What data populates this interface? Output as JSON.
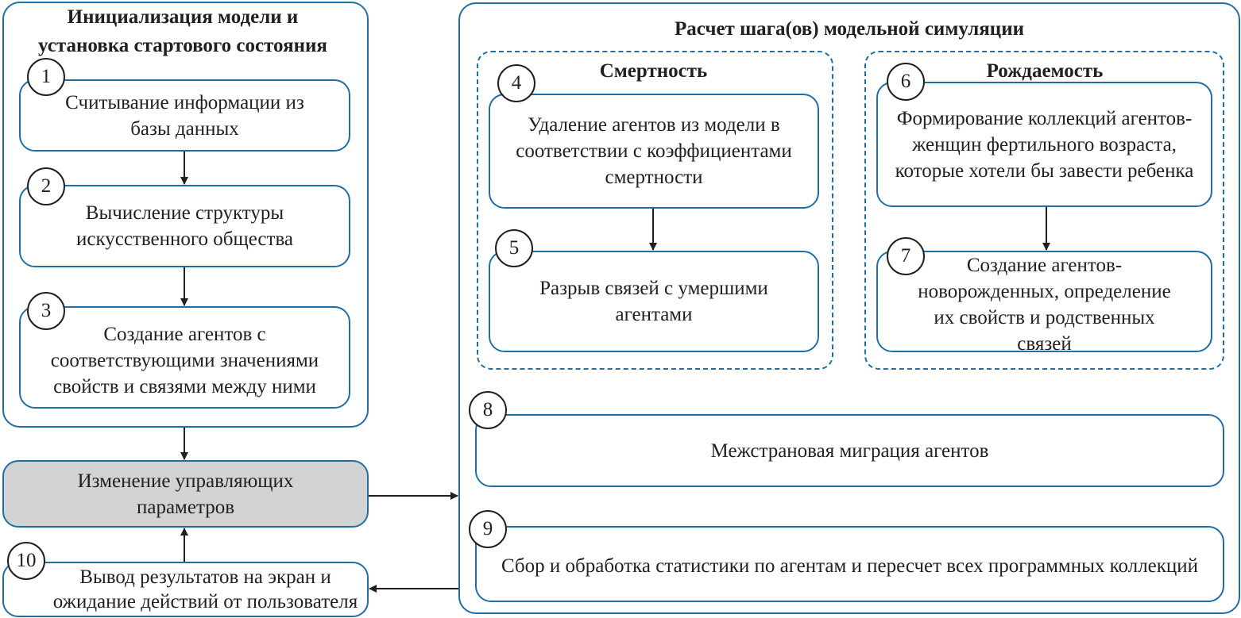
{
  "left_group": {
    "title": "Инициализация модели и установка стартового состояния"
  },
  "right_group": {
    "title": "Расчет шага(ов) модельной симуляции"
  },
  "mortality": {
    "title": "Смертность"
  },
  "fertility": {
    "title": "Рождаемость"
  },
  "steps": [
    {
      "num": "1",
      "text": "Считывание информации из базы данных"
    },
    {
      "num": "2",
      "text": "Вычисление структуры искусственного общества"
    },
    {
      "num": "3",
      "text": "Создание агентов с соответствующими значениями свойств и связями между ними"
    },
    {
      "num": "4",
      "text": "Удаление агентов из модели в соответствии с коэффициентами смертности"
    },
    {
      "num": "5",
      "text": "Разрыв связей с умершими агентами"
    },
    {
      "num": "6",
      "text": "Формирование коллекций агентов-женщин фертильного возраста, которые хотели бы завести ребенка"
    },
    {
      "num": "7",
      "text": "Создание агентов-новорожденных, определение их свойств и родственных связей"
    },
    {
      "num": "8",
      "text": "Межстрановая миграция агентов"
    },
    {
      "num": "9",
      "text": "Сбор и обработка статистики по агентам и пересчет всех программных коллекций"
    },
    {
      "num": "10",
      "text": "Вывод результатов на экран и ожидание действий от пользователя"
    }
  ],
  "control": {
    "text": "Изменение управляющих параметров"
  },
  "colors": {
    "border": "#1f6fa5",
    "highlight_fill": "#d1d3d4"
  }
}
